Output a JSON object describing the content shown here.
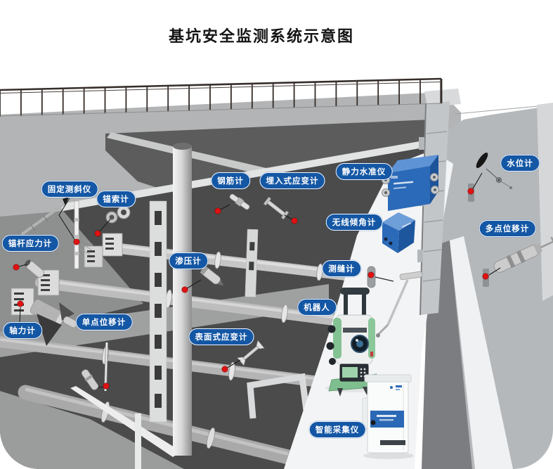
{
  "title": "基坑安全监测系统示意图",
  "labels": {
    "fixed_inclinometer": "固定测斜仪",
    "anchor_cable_gauge": "锚索计",
    "anchor_rod_stress_gauge": "锚杆应力计",
    "axial_force_gauge": "轴力计",
    "single_point_displacement": "单点位移计",
    "piezometer": "渗压计",
    "rebar_gauge": "钢筋计",
    "embedded_strain_gauge": "埋入式应变计",
    "surface_strain_gauge": "表面式应变计",
    "static_level": "静力水准仪",
    "wireless_tiltmeter": "无线倾角计",
    "crack_gauge": "测缝计",
    "robot": "机器人",
    "water_level_gauge": "水位计",
    "multi_point_displacement": "多点位移计",
    "smart_logger": "智能采集仪"
  },
  "palette": {
    "label_blue": "#1457a5",
    "device_blue": "#2b6ab9",
    "marker_red": "#e11212",
    "robot_green": "#7fbe8f"
  }
}
